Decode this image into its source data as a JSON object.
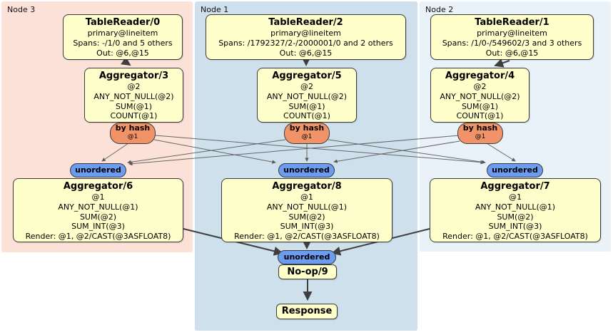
{
  "regions": [
    {
      "label": "Node 3"
    },
    {
      "label": "Node 1"
    },
    {
      "label": "Node 2"
    }
  ],
  "processors": {
    "tr0": {
      "title": "TableReader/0",
      "lines": [
        "primary@lineitem",
        "Spans: -/1/0 and 5 others",
        "Out: @6,@15"
      ]
    },
    "tr2": {
      "title": "TableReader/2",
      "lines": [
        "primary@lineitem",
        "Spans: /1792327/2-/2000001/0 and 2 others",
        "Out: @6,@15"
      ]
    },
    "tr1": {
      "title": "TableReader/1",
      "lines": [
        "primary@lineitem",
        "Spans: /1/0-/549602/3 and 3 others",
        "Out: @6,@15"
      ]
    },
    "agg3": {
      "title": "Aggregator/3",
      "lines": [
        "@2",
        "ANY_NOT_NULL(@2)",
        "SUM(@1)",
        "COUNT(@1)"
      ]
    },
    "agg5": {
      "title": "Aggregator/5",
      "lines": [
        "@2",
        "ANY_NOT_NULL(@2)",
        "SUM(@1)",
        "COUNT(@1)"
      ]
    },
    "agg4": {
      "title": "Aggregator/4",
      "lines": [
        "@2",
        "ANY_NOT_NULL(@2)",
        "SUM(@1)",
        "COUNT(@1)"
      ]
    },
    "agg6": {
      "title": "Aggregator/6",
      "lines": [
        "@1",
        "ANY_NOT_NULL(@1)",
        "SUM(@2)",
        "SUM_INT(@3)",
        "Render: @1, @2/CAST(@3ASFLOAT8)"
      ]
    },
    "agg8": {
      "title": "Aggregator/8",
      "lines": [
        "@1",
        "ANY_NOT_NULL(@1)",
        "SUM(@2)",
        "SUM_INT(@3)",
        "Render: @1, @2/CAST(@3ASFLOAT8)"
      ]
    },
    "agg7": {
      "title": "Aggregator/7",
      "lines": [
        "@1",
        "ANY_NOT_NULL(@1)",
        "SUM(@2)",
        "SUM_INT(@3)",
        "Render: @1, @2/CAST(@3ASFLOAT8)"
      ]
    },
    "noop": {
      "title": "No-op/9"
    },
    "response": {
      "title": "Response"
    }
  },
  "routers": {
    "by_hash_label": "by hash",
    "by_hash_detail": "@1",
    "unordered_label": "unordered"
  },
  "colors": {
    "region_node3_bg": "#fbe1d8",
    "region_node1_bg": "#cee0ec",
    "region_node2_bg": "#e9f1f9",
    "processor_bg": "#ffffcc",
    "hash_router_bg": "#f19368",
    "sync_bg": "#6b9cf0",
    "border": "#3a3a3a"
  }
}
